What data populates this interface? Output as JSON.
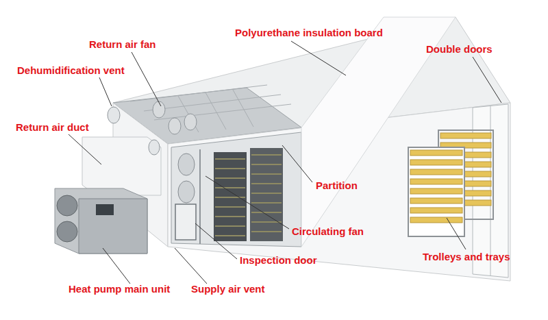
{
  "diagram": {
    "labels": [
      "Polyurethane insulation board",
      "Return air fan",
      "Double doors",
      "Dehumidification vent",
      "Return air duct",
      "Partition",
      "Circulating fan",
      "Inspection door",
      "Trolleys and trays",
      "Heat pump main unit",
      "Supply air vent"
    ]
  }
}
